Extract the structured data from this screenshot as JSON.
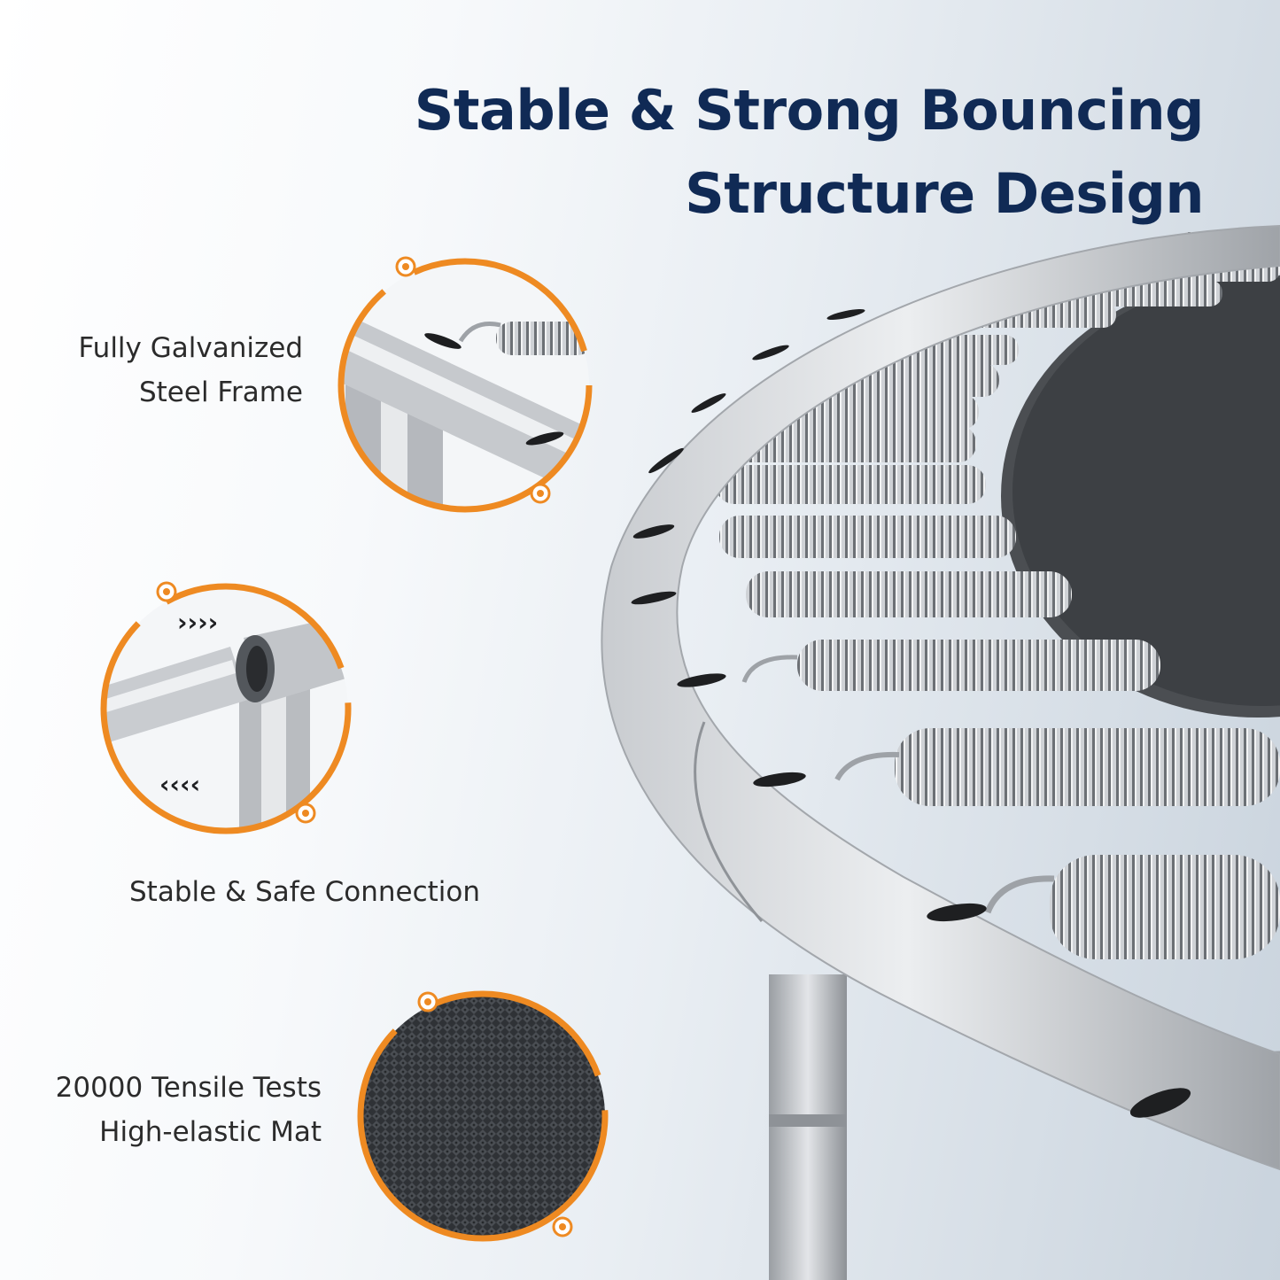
{
  "colors": {
    "title": "#102a55",
    "accent": "#ee8a22",
    "steel": "#b9bcc0",
    "mat": "#3f4246"
  },
  "headline": {
    "line1": "Stable & Strong Bouncing",
    "line2": "Structure Design"
  },
  "features": [
    {
      "line1": "Fully Galvanized",
      "line2": "Steel Frame",
      "icon": "frame-closeup-icon"
    },
    {
      "line1": "Stable & Safe Connection",
      "line2": "",
      "icon": "tube-connection-icon"
    },
    {
      "line1": "20000 Tensile Tests",
      "line2": "High-elastic Mat",
      "icon": "mat-texture-icon"
    }
  ]
}
